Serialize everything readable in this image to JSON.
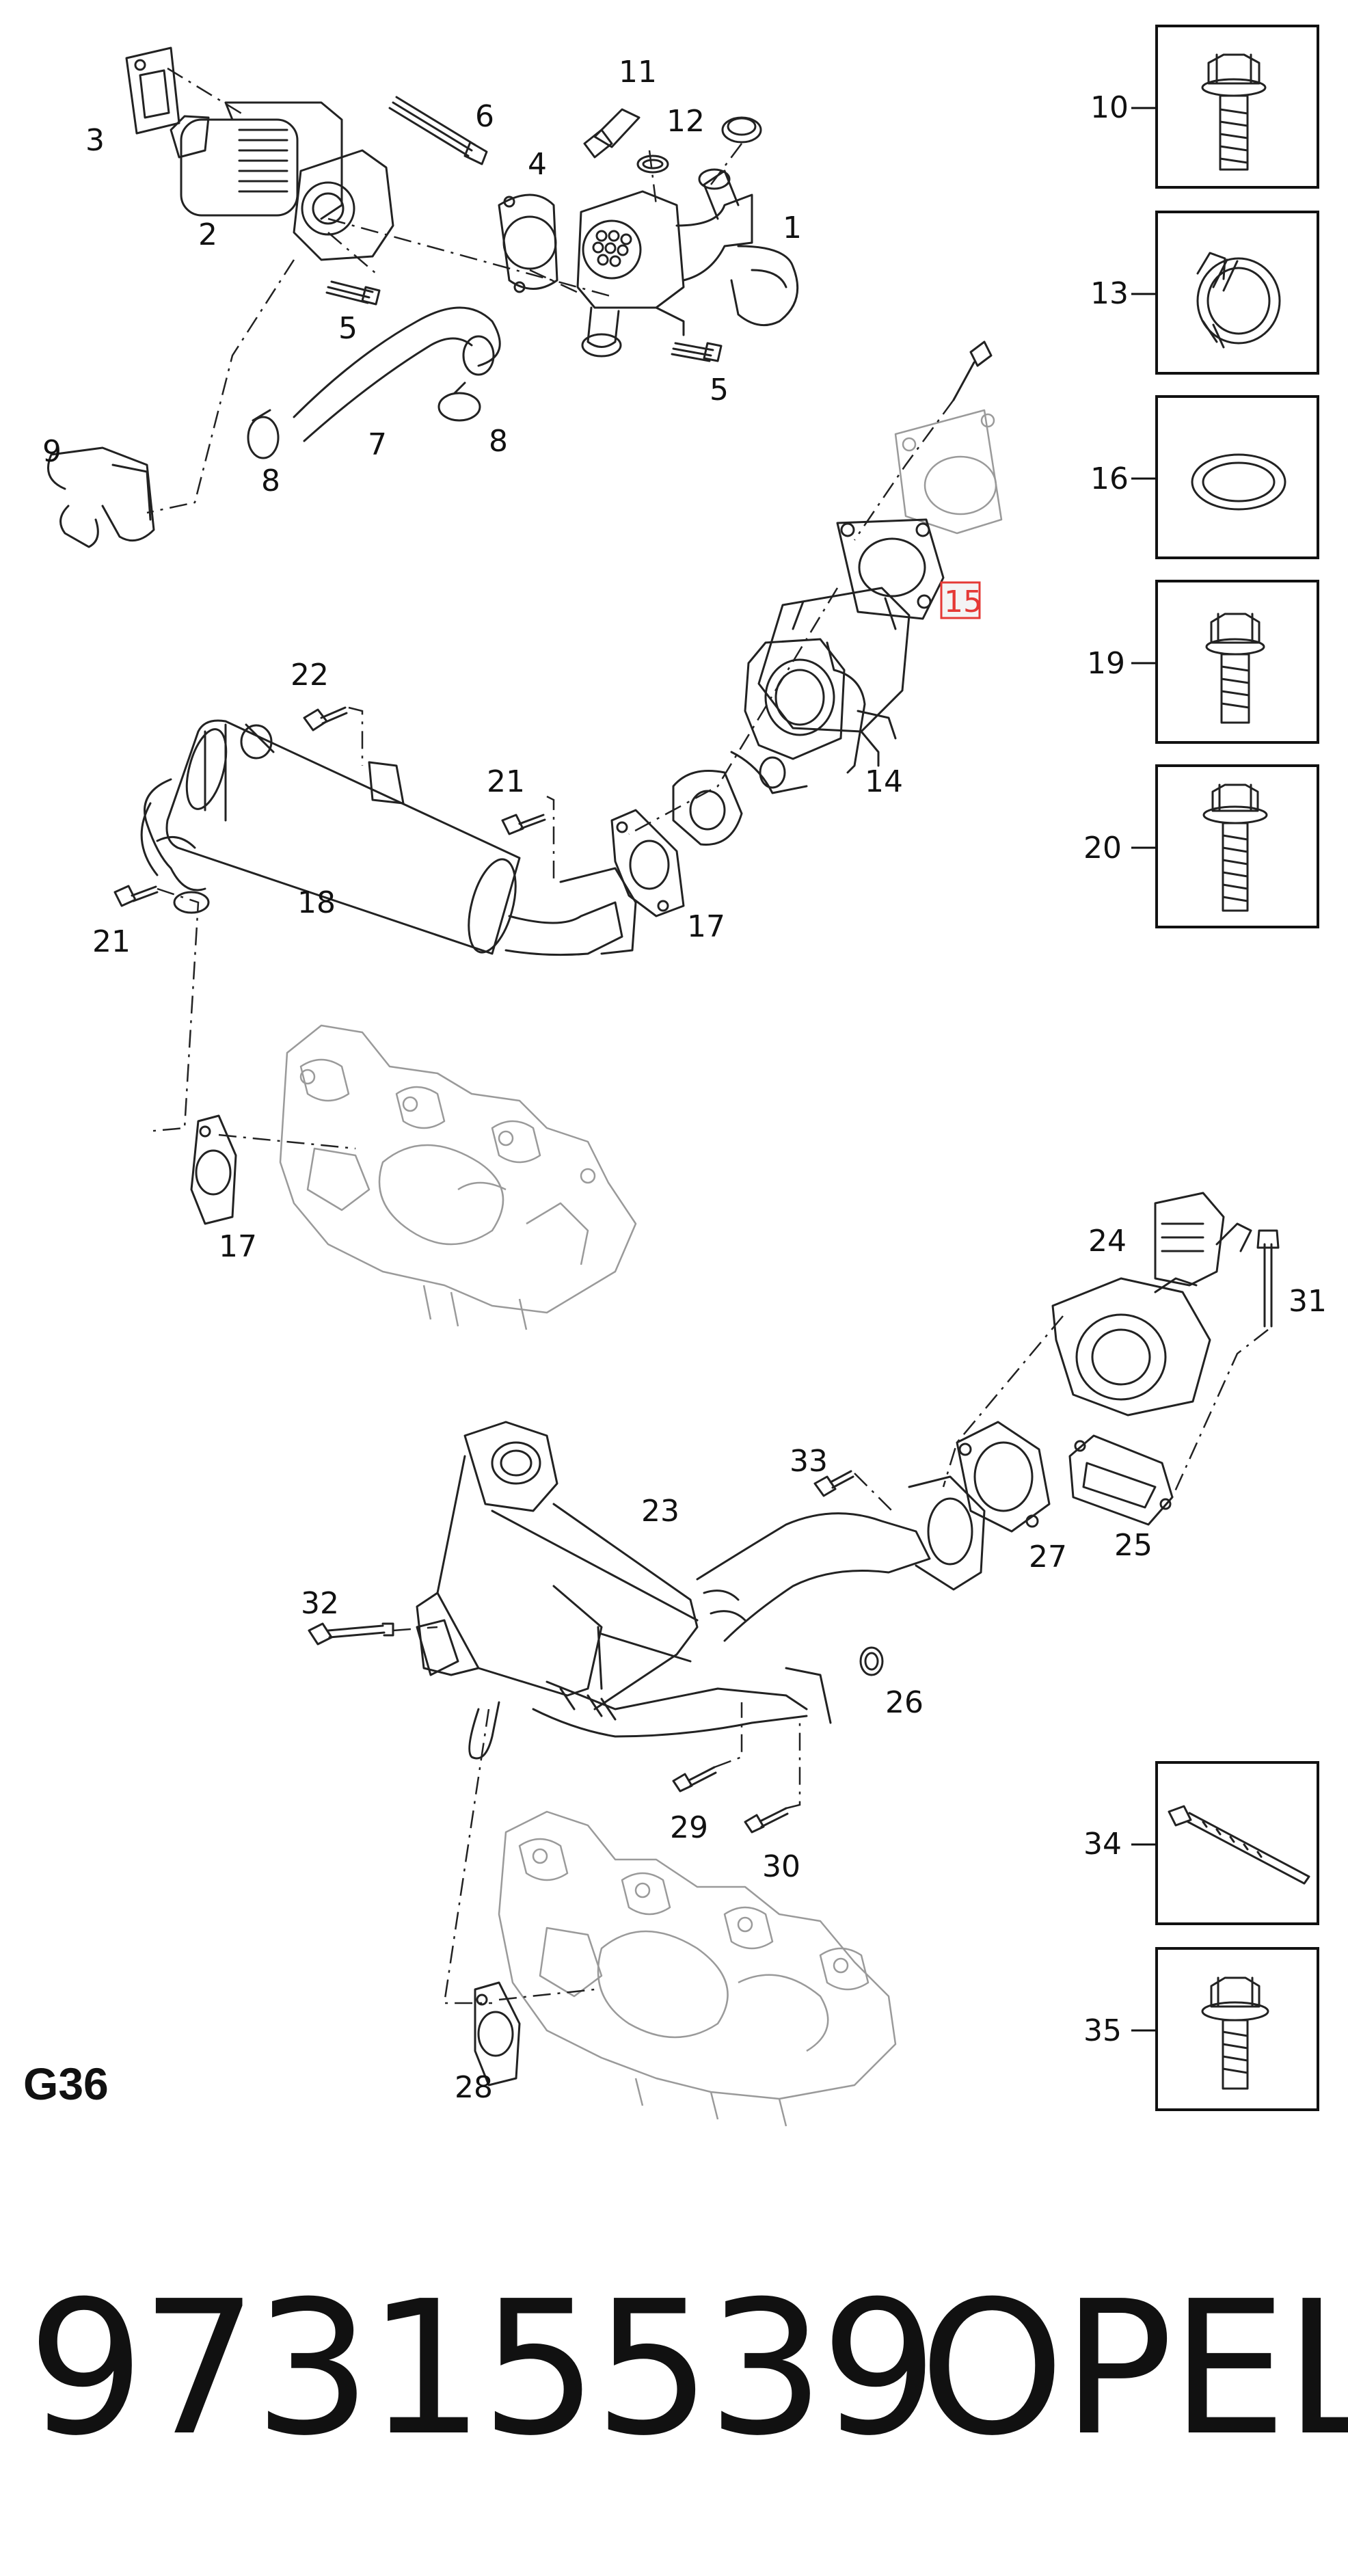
{
  "group_code": "G36",
  "part_number": "97315539",
  "brand": "OPEL",
  "highlighted_callout": "15",
  "highlight_color": "#e53935",
  "callouts": [
    "1",
    "2",
    "3",
    "4",
    "5",
    "5",
    "6",
    "7",
    "8",
    "8",
    "9",
    "11",
    "12",
    "14",
    "15",
    "17",
    "17",
    "18",
    "21",
    "21",
    "22",
    "23",
    "24",
    "25",
    "26",
    "27",
    "28",
    "29",
    "30",
    "31",
    "32",
    "33"
  ],
  "legend": [
    {
      "number": "10",
      "icon": "hex-flange-bolt-icon"
    },
    {
      "number": "13",
      "icon": "hose-clamp-icon"
    },
    {
      "number": "16",
      "icon": "o-ring-icon"
    },
    {
      "number": "19",
      "icon": "hex-bolt-icon"
    },
    {
      "number": "20",
      "icon": "hex-flange-bolt-long-icon"
    },
    {
      "number": "34",
      "icon": "cable-tie-icon"
    },
    {
      "number": "35",
      "icon": "hex-flange-bolt-short-icon"
    }
  ]
}
